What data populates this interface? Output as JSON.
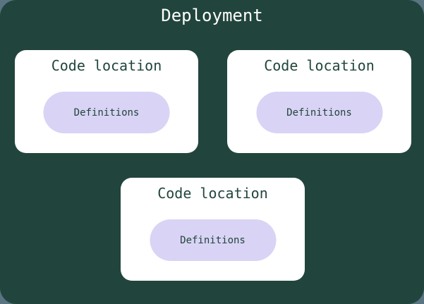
{
  "diagram": {
    "title": "Deployment",
    "cards": [
      {
        "title": "Code location",
        "pill": "Definitions"
      },
      {
        "title": "Code location",
        "pill": "Definitions"
      },
      {
        "title": "Code location",
        "pill": "Definitions"
      }
    ],
    "colors": {
      "page_background": "#5B7481",
      "container_background": "#21453C",
      "card_background": "#FFFFFF",
      "pill_background": "#D9D3F5",
      "title_text": "#FFFFFF",
      "card_text": "#21453C"
    }
  }
}
